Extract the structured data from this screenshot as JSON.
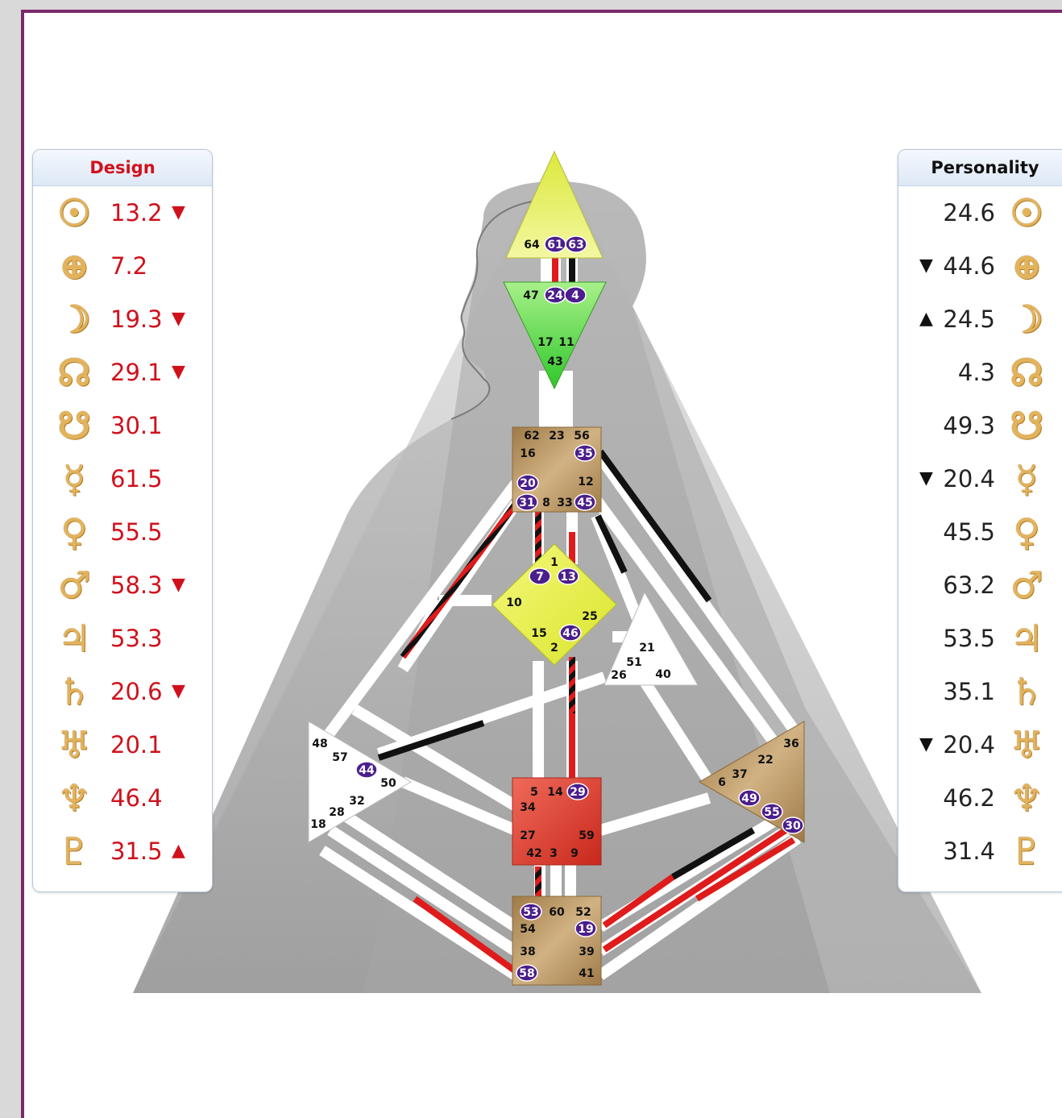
{
  "design_panel": {
    "title": "Design",
    "rows": [
      {
        "planet": "sun-icon",
        "symbol": "☉",
        "value": "13.2",
        "arrow": "▼"
      },
      {
        "planet": "earth-icon",
        "symbol": "⊕",
        "value": "7.2",
        "arrow": ""
      },
      {
        "planet": "moon-icon",
        "symbol": "☽",
        "value": "19.3",
        "arrow": "▼"
      },
      {
        "planet": "north-node-icon",
        "symbol": "☊",
        "value": "29.1",
        "arrow": "▼"
      },
      {
        "planet": "south-node-icon",
        "symbol": "☋",
        "value": "30.1",
        "arrow": ""
      },
      {
        "planet": "mercury-icon",
        "symbol": "☿",
        "value": "61.5",
        "arrow": ""
      },
      {
        "planet": "venus-icon",
        "symbol": "♀",
        "value": "55.5",
        "arrow": ""
      },
      {
        "planet": "mars-icon",
        "symbol": "♂",
        "value": "58.3",
        "arrow": "▼"
      },
      {
        "planet": "jupiter-icon",
        "symbol": "♃",
        "value": "53.3",
        "arrow": ""
      },
      {
        "planet": "saturn-icon",
        "symbol": "♄",
        "value": "20.6",
        "arrow": "▼"
      },
      {
        "planet": "uranus-icon",
        "symbol": "♅",
        "value": "20.1",
        "arrow": ""
      },
      {
        "planet": "neptune-icon",
        "symbol": "♆",
        "value": "46.4",
        "arrow": ""
      },
      {
        "planet": "pluto-icon",
        "symbol": "♇",
        "value": "31.5",
        "arrow": "▲"
      }
    ]
  },
  "personality_panel": {
    "title": "Personality",
    "rows": [
      {
        "planet": "sun-icon",
        "symbol": "☉",
        "value": "24.6",
        "arrow": ""
      },
      {
        "planet": "earth-icon",
        "symbol": "⊕",
        "value": "44.6",
        "arrow": "▼"
      },
      {
        "planet": "moon-icon",
        "symbol": "☽",
        "value": "24.5",
        "arrow": "▲"
      },
      {
        "planet": "north-node-icon",
        "symbol": "☊",
        "value": "4.3",
        "arrow": ""
      },
      {
        "planet": "south-node-icon",
        "symbol": "☋",
        "value": "49.3",
        "arrow": ""
      },
      {
        "planet": "mercury-icon",
        "symbol": "☿",
        "value": "20.4",
        "arrow": "▼"
      },
      {
        "planet": "venus-icon",
        "symbol": "♀",
        "value": "45.5",
        "arrow": ""
      },
      {
        "planet": "mars-icon",
        "symbol": "♂",
        "value": "63.2",
        "arrow": ""
      },
      {
        "planet": "jupiter-icon",
        "symbol": "♃",
        "value": "53.5",
        "arrow": ""
      },
      {
        "planet": "saturn-icon",
        "symbol": "♄",
        "value": "35.1",
        "arrow": ""
      },
      {
        "planet": "uranus-icon",
        "symbol": "♅",
        "value": "20.4",
        "arrow": "▼"
      },
      {
        "planet": "neptune-icon",
        "symbol": "♆",
        "value": "46.2",
        "arrow": ""
      },
      {
        "planet": "pluto-icon",
        "symbol": "♇",
        "value": "31.4",
        "arrow": ""
      }
    ]
  },
  "bodygraph": {
    "colors": {
      "design": "#e01b1b",
      "personality": "#111111",
      "channel_base": "#ffffff",
      "gate_badge": "#4b1e8c",
      "head": "#e7ef5a",
      "ajna": "#6ee04a",
      "throat": "#b8925e",
      "g": "#e5ee4c",
      "heart": "#ffffff",
      "sacral": "#e0463a",
      "spleen": "#ffffff",
      "solar_plexus": "#b8925e",
      "root": "#b8925e"
    },
    "centers": [
      {
        "name": "head",
        "gates": [
          {
            "n": "64",
            "active": false
          },
          {
            "n": "61",
            "active": true
          },
          {
            "n": "63",
            "active": true
          }
        ]
      },
      {
        "name": "ajna",
        "gates": [
          {
            "n": "47",
            "active": false
          },
          {
            "n": "24",
            "active": true
          },
          {
            "n": "4",
            "active": true
          },
          {
            "n": "17",
            "active": false
          },
          {
            "n": "11",
            "active": false
          },
          {
            "n": "43",
            "active": false
          }
        ]
      },
      {
        "name": "throat",
        "gates": [
          {
            "n": "62",
            "active": false
          },
          {
            "n": "23",
            "active": false
          },
          {
            "n": "56",
            "active": false
          },
          {
            "n": "16",
            "active": false
          },
          {
            "n": "35",
            "active": true
          },
          {
            "n": "20",
            "active": true
          },
          {
            "n": "12",
            "active": false
          },
          {
            "n": "31",
            "active": true
          },
          {
            "n": "8",
            "active": false
          },
          {
            "n": "33",
            "active": false
          },
          {
            "n": "45",
            "active": true
          }
        ]
      },
      {
        "name": "g",
        "gates": [
          {
            "n": "1",
            "active": false
          },
          {
            "n": "7",
            "active": true
          },
          {
            "n": "13",
            "active": true
          },
          {
            "n": "10",
            "active": false
          },
          {
            "n": "25",
            "active": false
          },
          {
            "n": "15",
            "active": false
          },
          {
            "n": "46",
            "active": true
          },
          {
            "n": "2",
            "active": false
          }
        ]
      },
      {
        "name": "heart",
        "gates": [
          {
            "n": "21",
            "active": false
          },
          {
            "n": "51",
            "active": false
          },
          {
            "n": "26",
            "active": false
          },
          {
            "n": "40",
            "active": false
          }
        ]
      },
      {
        "name": "spleen",
        "gates": [
          {
            "n": "48",
            "active": false
          },
          {
            "n": "57",
            "active": false
          },
          {
            "n": "44",
            "active": true
          },
          {
            "n": "50",
            "active": false
          },
          {
            "n": "32",
            "active": false
          },
          {
            "n": "28",
            "active": false
          },
          {
            "n": "18",
            "active": false
          }
        ]
      },
      {
        "name": "sacral",
        "gates": [
          {
            "n": "5",
            "active": false
          },
          {
            "n": "14",
            "active": false
          },
          {
            "n": "29",
            "active": true
          },
          {
            "n": "34",
            "active": false
          },
          {
            "n": "27",
            "active": false
          },
          {
            "n": "59",
            "active": false
          },
          {
            "n": "42",
            "active": false
          },
          {
            "n": "3",
            "active": false
          },
          {
            "n": "9",
            "active": false
          }
        ]
      },
      {
        "name": "solar-plexus",
        "gates": [
          {
            "n": "36",
            "active": false
          },
          {
            "n": "22",
            "active": false
          },
          {
            "n": "6",
            "active": false
          },
          {
            "n": "37",
            "active": false
          },
          {
            "n": "49",
            "active": true
          },
          {
            "n": "55",
            "active": true
          },
          {
            "n": "30",
            "active": true
          }
        ]
      },
      {
        "name": "root",
        "gates": [
          {
            "n": "53",
            "active": true
          },
          {
            "n": "60",
            "active": false
          },
          {
            "n": "52",
            "active": false
          },
          {
            "n": "54",
            "active": false
          },
          {
            "n": "19",
            "active": true
          },
          {
            "n": "38",
            "active": false
          },
          {
            "n": "39",
            "active": false
          },
          {
            "n": "58",
            "active": true
          },
          {
            "n": "41",
            "active": false
          }
        ]
      }
    ]
  }
}
